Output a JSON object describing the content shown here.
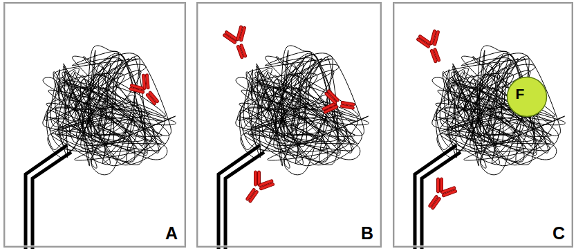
{
  "diagram": {
    "nodes": [
      {
        "text": [
          "A"
        ]
      },
      {
        "text": [
          "B"
        ]
      },
      {
        "text": [
          "C"
        ]
      },
      {
        "text": [
          "F"
        ],
        "in": 2
      }
    ]
  }
}
